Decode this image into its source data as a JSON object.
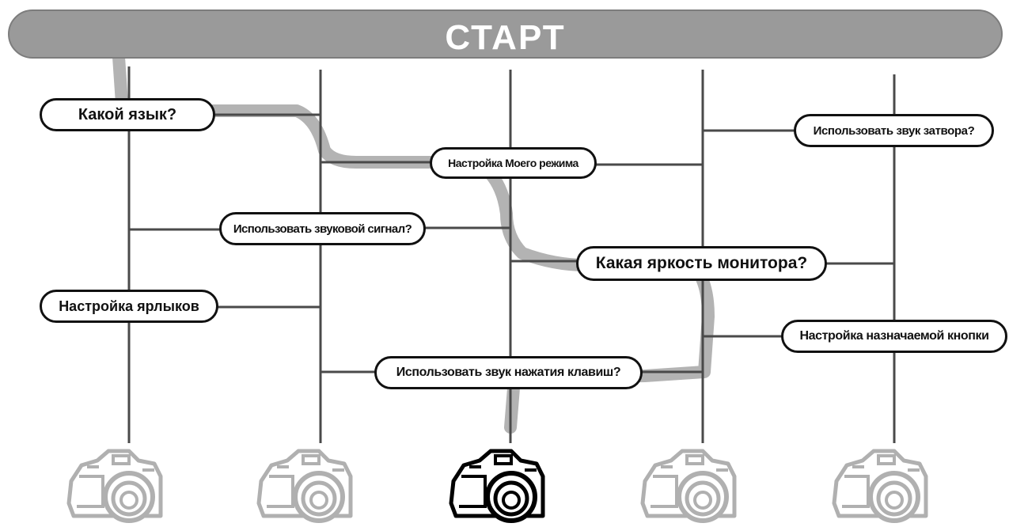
{
  "start": {
    "label": "СТАРТ"
  },
  "questions": {
    "language": "Какой язык?",
    "my_mode": "Настройка Моего режима",
    "shutter_sound": "Использовать звук затвора?",
    "beep": "Использовать звуковой сигнал?",
    "brightness": "Какая яркость монитора?",
    "shortcuts": "Настройка ярлыков",
    "assign_button": "Настройка назначаемой кнопки",
    "key_sound": "Использовать звук нажатия клавиш?"
  },
  "cameras": [
    {
      "id": "camera-1",
      "selected": false
    },
    {
      "id": "camera-2",
      "selected": false
    },
    {
      "id": "camera-3",
      "selected": true
    },
    {
      "id": "camera-4",
      "selected": false
    },
    {
      "id": "camera-5",
      "selected": false
    }
  ],
  "colors": {
    "path_highlight": "#b3b3b3",
    "line": "#4a4a4a",
    "start_bar": "#9a9a9a",
    "camera_inactive": "#b0b0b0",
    "camera_active": "#000000"
  }
}
